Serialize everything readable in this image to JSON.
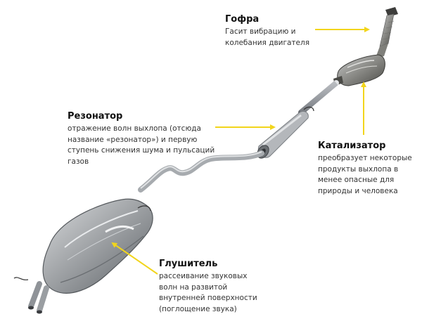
{
  "diagram": {
    "subject": "exhaust-system",
    "arrow_color": "#f2d51c",
    "labels": [
      {
        "id": "gofra",
        "title": "Гофра",
        "description": "Гасит вибрацию и\nколебания двигателя"
      },
      {
        "id": "rezonator",
        "title": "Резонатор",
        "description": "отражение волн выхлопа (отсюда\nназвание «резонатор») и первую\nступень снижения шума и пульсаций\nгазов"
      },
      {
        "id": "katalizator",
        "title": "Катализатор",
        "description": "преобразует некоторые\nпродукты выхлопа в\nменее опасные для\nприроды и человека"
      },
      {
        "id": "glushitel",
        "title": "Глушитель",
        "description": "рассеивание звуковых\nволн на развитой\nвнутренней поверхности\n(поглощение звука)"
      }
    ]
  }
}
